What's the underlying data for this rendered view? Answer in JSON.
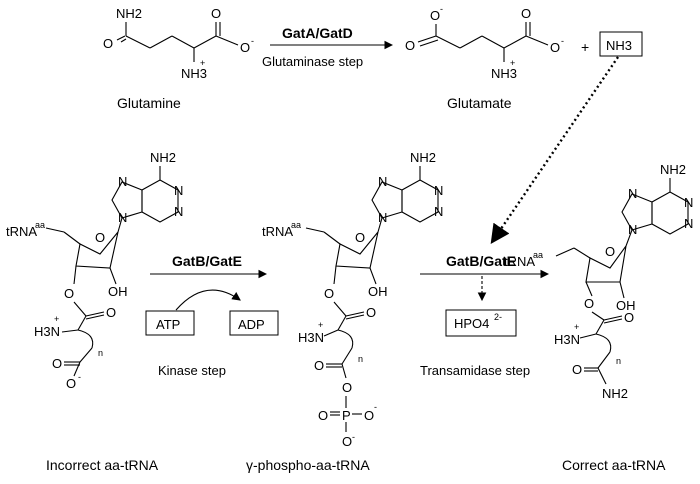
{
  "top": {
    "glutamine_label": "Glutamine",
    "glutamate_label": "Glutamate",
    "enzyme_1": "GatA/GatD",
    "step_1": "Glutaminase step",
    "plus": "+",
    "nh3": "NH3"
  },
  "bottom": {
    "enzyme_2a": "GatB/GatE",
    "enzyme_2b": "GatB/GatE",
    "atp": "ATP",
    "adp": "ADP",
    "hpo4": "HPO4",
    "hpo4_charge": "2-",
    "step_2": "Kinase step",
    "step_3": "Transamidase step",
    "label_incorrect": "Incorrect aa-tRNA",
    "label_phospho": "γ-phospho-aa-tRNA",
    "label_correct": "Correct aa-tRNA"
  },
  "atoms": {
    "nh2": "NH2",
    "nh3plus": "NH3",
    "h3n": "H3N",
    "o": "O",
    "o_minus": "O",
    "oh": "OH",
    "n": "N",
    "p": "P",
    "trna": "tRNA",
    "aa": "aa",
    "n_sub": "n",
    "minus": "-",
    "plus": "+"
  }
}
